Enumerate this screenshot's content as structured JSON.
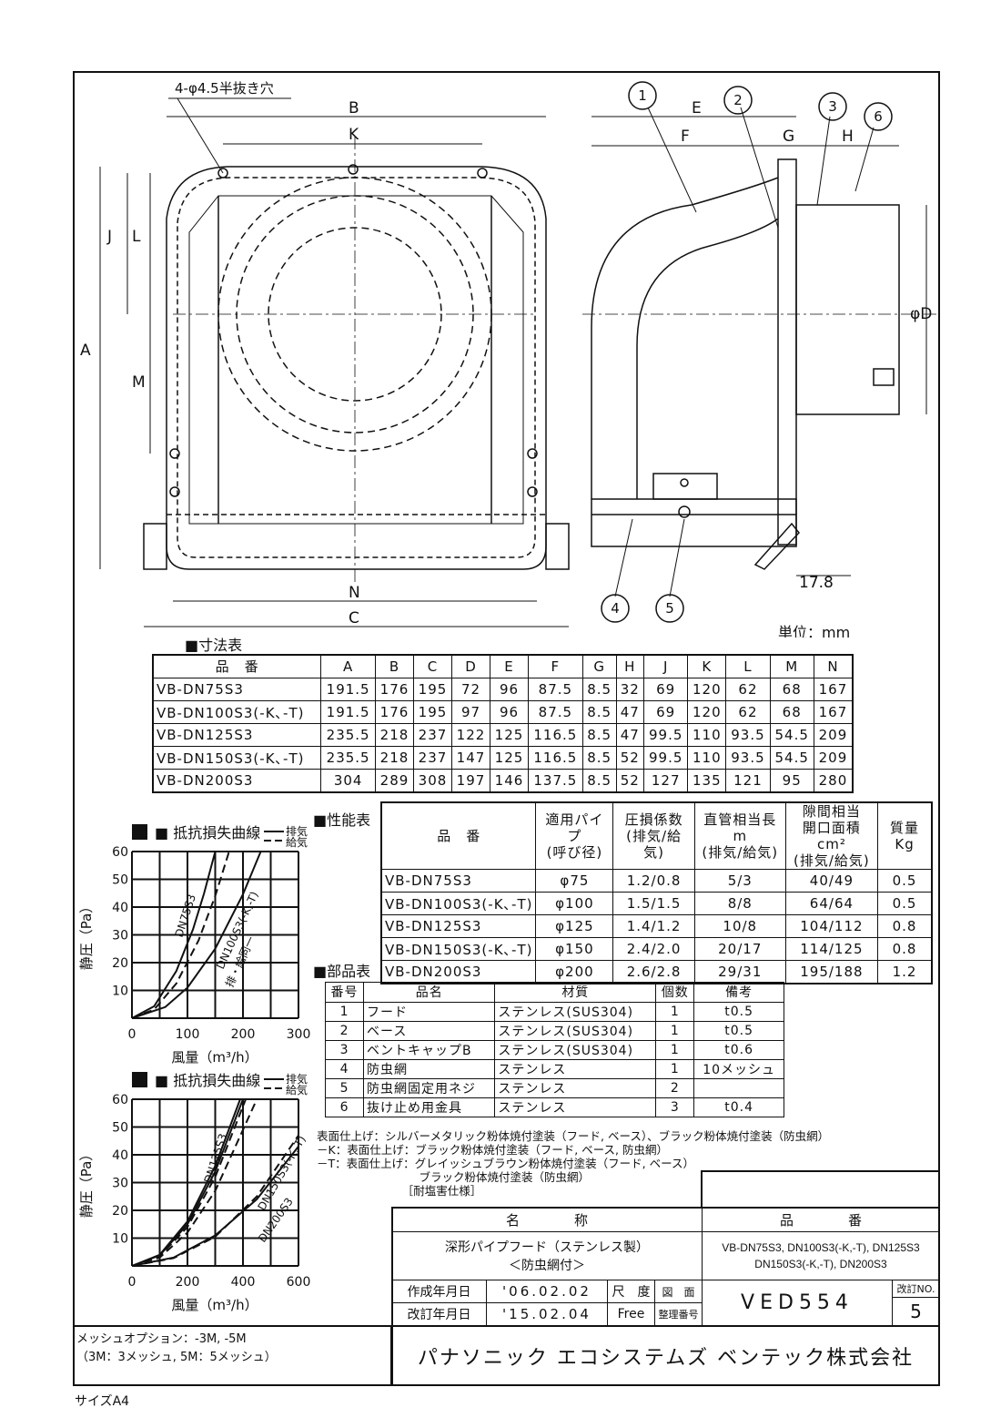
{
  "drawing": {
    "hole_note": "4-φ4.5半抜き穴",
    "dims": {
      "A": "A",
      "B": "B",
      "C": "C",
      "J": "J",
      "K": "K",
      "L": "L",
      "M": "M",
      "N": "N",
      "E": "E",
      "F": "F",
      "G": "G",
      "H": "H",
      "D": "φD",
      "offset": "17.8"
    },
    "balloons": [
      "1",
      "2",
      "3",
      "4",
      "5",
      "6"
    ],
    "unit": "単位：mm"
  },
  "dim_table": {
    "title": "■寸法表",
    "headers": [
      "品　番",
      "A",
      "B",
      "C",
      "D",
      "E",
      "F",
      "G",
      "H",
      "J",
      "K",
      "L",
      "M",
      "N"
    ],
    "rows": [
      [
        "VB-DN75S3",
        "191.5",
        "176",
        "195",
        "72",
        "96",
        "87.5",
        "8.5",
        "32",
        "69",
        "120",
        "62",
        "68",
        "167"
      ],
      [
        "VB-DN100S3(-K､-T)",
        "191.5",
        "176",
        "195",
        "97",
        "96",
        "87.5",
        "8.5",
        "47",
        "69",
        "120",
        "62",
        "68",
        "167"
      ],
      [
        "VB-DN125S3",
        "235.5",
        "218",
        "237",
        "122",
        "125",
        "116.5",
        "8.5",
        "47",
        "99.5",
        "110",
        "93.5",
        "54.5",
        "209"
      ],
      [
        "VB-DN150S3(-K､-T)",
        "235.5",
        "218",
        "237",
        "147",
        "125",
        "116.5",
        "8.5",
        "52",
        "99.5",
        "110",
        "93.5",
        "54.5",
        "209"
      ],
      [
        "VB-DN200S3",
        "304",
        "289",
        "308",
        "197",
        "146",
        "137.5",
        "8.5",
        "52",
        "127",
        "135",
        "121",
        "95",
        "280"
      ]
    ]
  },
  "perf_table": {
    "title": "■性能表",
    "headers": [
      "品　番",
      "適用パイプ\n(呼び径)",
      "圧損係数\n(排気/給気)",
      "直管相当長m\n(排気/給気)",
      "隙間相当\n開口面積cm²\n(排気/給気)",
      "質量Kg"
    ],
    "rows": [
      [
        "VB-DN75S3",
        "φ75",
        "1.2/0.8",
        "5/3",
        "40/49",
        "0.5"
      ],
      [
        "VB-DN100S3(-K､-T)",
        "φ100",
        "1.5/1.5",
        "8/8",
        "64/64",
        "0.5"
      ],
      [
        "VB-DN125S3",
        "φ125",
        "1.4/1.2",
        "10/8",
        "104/112",
        "0.8"
      ],
      [
        "VB-DN150S3(-K､-T)",
        "φ150",
        "2.4/2.0",
        "20/17",
        "114/125",
        "0.8"
      ],
      [
        "VB-DN200S3",
        "φ200",
        "2.6/2.8",
        "29/31",
        "195/188",
        "1.2"
      ]
    ]
  },
  "parts_table": {
    "title": "■部品表",
    "headers": [
      "番号",
      "品名",
      "材質",
      "個数",
      "備考"
    ],
    "rows": [
      [
        "1",
        "フード",
        "ステンレス(SUS304)",
        "1",
        "t0.5"
      ],
      [
        "2",
        "ベース",
        "ステンレス(SUS304)",
        "1",
        "t0.5"
      ],
      [
        "3",
        "ベントキャップB",
        "ステンレス(SUS304)",
        "1",
        "t0.6"
      ],
      [
        "4",
        "防虫網",
        "ステンレス",
        "1",
        "10メッシュ"
      ],
      [
        "5",
        "防虫網固定用ネジ",
        "ステンレス",
        "2",
        ""
      ],
      [
        "6",
        "抜け止め用金具",
        "ステンレス",
        "3",
        "t0.4"
      ]
    ]
  },
  "notes": [
    "表面仕上げ：シルバーメタリック粉体焼付塗装（フード, ベース）、ブラック粉体焼付塗装（防虫網）",
    "－K：表面仕上げ：ブラック粉体焼付塗装（フード, ベース, 防虫網）",
    "－T：表面仕上げ：グレイッシュブラウン粉体焼付塗装（フード, ベース）",
    "　　　　　　　　　ブラック粉体焼付塗装（防虫網）",
    "　　　　　　　　［耐塩害仕様］"
  ],
  "chart_data": [
    {
      "type": "line",
      "title": "■ 抵抗損失曲線",
      "legend": [
        "排気",
        "給気"
      ],
      "legend_placement": "top-right",
      "xlabel": "風量（m³/h）",
      "ylabel": "静圧（Pa）",
      "xlim": [
        0,
        300
      ],
      "ylim": [
        0,
        60
      ],
      "xticks": [
        "0",
        "100",
        "200",
        "300"
      ],
      "yticks": [
        "10",
        "20",
        "30",
        "40",
        "50",
        "60"
      ],
      "grid": true,
      "annotations": [
        "DN75S3",
        "DN100S3(-K,-T)",
        "排・給同一"
      ],
      "series": [
        {
          "name": "DN75S3 排気",
          "style": "solid",
          "points": [
            [
              0,
              0
            ],
            [
              40,
              4.3
            ],
            [
              80,
              17
            ],
            [
              110,
              32
            ],
            [
              130,
              45
            ],
            [
              150,
              60
            ]
          ]
        },
        {
          "name": "DN75S3 給気",
          "style": "dashed",
          "points": [
            [
              0,
              0
            ],
            [
              40,
              3.1
            ],
            [
              80,
              12.5
            ],
            [
              120,
              28
            ],
            [
              150,
              44
            ],
            [
              175,
              60
            ]
          ]
        },
        {
          "name": "DN100S3 排・給",
          "style": "solid",
          "points": [
            [
              0,
              0
            ],
            [
              60,
              4
            ],
            [
              100,
              11
            ],
            [
              150,
              25
            ],
            [
              200,
              44.6
            ],
            [
              232,
              60
            ]
          ]
        }
      ]
    },
    {
      "type": "line",
      "title": "■ 抵抗損失曲線",
      "legend": [
        "排気",
        "給気"
      ],
      "legend_placement": "top-right",
      "xlabel": "風量（m³/h）",
      "ylabel": "静圧（Pa）",
      "xlim": [
        0,
        600
      ],
      "ylim": [
        0,
        60
      ],
      "xticks": [
        "0",
        "200",
        "400",
        "600"
      ],
      "yticks": [
        "10",
        "20",
        "30",
        "40",
        "50",
        "60"
      ],
      "grid": true,
      "annotations": [
        "DN125S3",
        "DN150S3(-K,-T)",
        "DN200S3"
      ],
      "series": [
        {
          "name": "DN125S3 排気",
          "style": "solid",
          "points": [
            [
              0,
              0
            ],
            [
              100,
              4
            ],
            [
              200,
              16
            ],
            [
              300,
              36
            ],
            [
              390,
              60
            ]
          ]
        },
        {
          "name": "DN125S3 給気",
          "style": "dashed",
          "points": [
            [
              0,
              0
            ],
            [
              100,
              3.5
            ],
            [
              200,
              14
            ],
            [
              300,
              32
            ],
            [
              410,
              60
            ]
          ]
        },
        {
          "name": "DN150S3 排気",
          "style": "solid",
          "points": [
            [
              0,
              0
            ],
            [
              100,
              3.8
            ],
            [
              200,
              15
            ],
            [
              300,
              34
            ],
            [
              400,
              60
            ]
          ]
        },
        {
          "name": "DN150S3 給気",
          "style": "dashed",
          "points": [
            [
              0,
              0
            ],
            [
              100,
              3
            ],
            [
              200,
              12
            ],
            [
              300,
              27
            ],
            [
              450,
              60
            ]
          ]
        },
        {
          "name": "DN200S3 排気",
          "style": "solid",
          "points": [
            [
              0,
              0
            ],
            [
              150,
              3
            ],
            [
              300,
              11
            ],
            [
              450,
              24
            ],
            [
              600,
              43
            ]
          ]
        },
        {
          "name": "DN200S3 給気",
          "style": "dashed",
          "points": [
            [
              0,
              0
            ],
            [
              150,
              2.8
            ],
            [
              300,
              10.5
            ],
            [
              450,
              25
            ],
            [
              600,
              47
            ]
          ]
        }
      ]
    }
  ],
  "title_block": {
    "name_label": "名　　　　称",
    "number_label": "品　　　　番",
    "product_name": "深形パイプフード（ステンレス製）",
    "product_sub": "＜防虫網付＞",
    "models_1": "VB-DN75S3, DN100S3(-K,-T), DN125S3",
    "models_2": "DN150S3(-K,-T), DN200S3",
    "created_label": "作成年月日",
    "created": "'06.02.02",
    "revised_label": "改訂年月日",
    "revised": "'15.02.04",
    "scale_label": "尺　度",
    "scale": "Free",
    "drawing_label_1": "図　面",
    "drawing_label_2": "整理番号",
    "drawing_no": "VED554",
    "rev_label": "改訂NO.",
    "rev": "5",
    "company": "パナソニック エコシステムズ ベンテック株式会社"
  },
  "mesh_option": [
    "メッシュオプション：-3M, -5M",
    "（3M：3メッシュ, 5M：5メッシュ）"
  ],
  "size": "サイズA4"
}
